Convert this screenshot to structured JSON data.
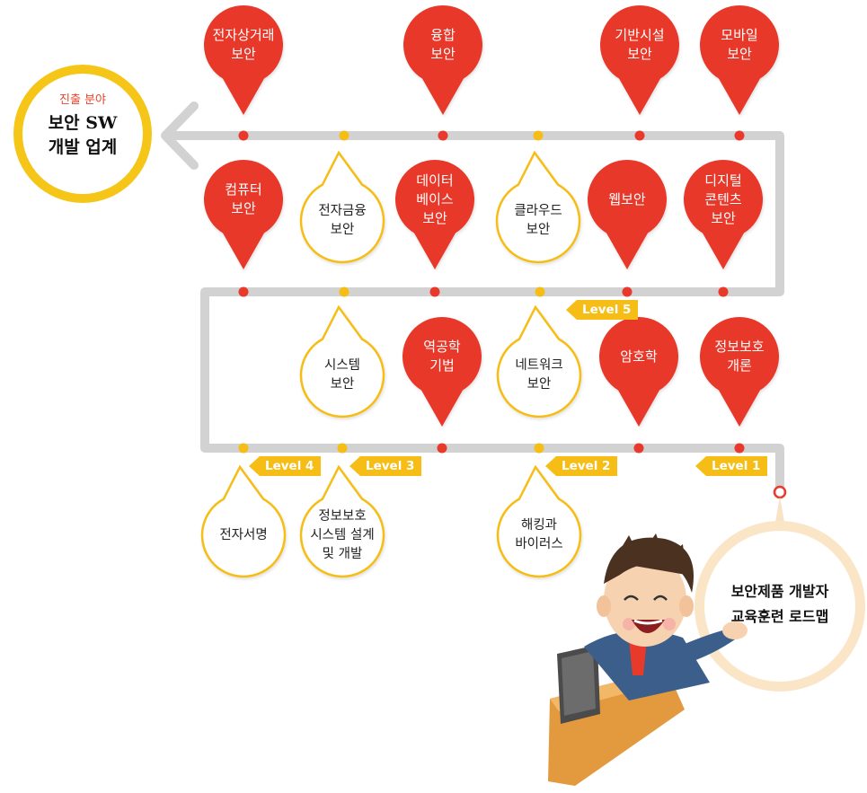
{
  "destination": {
    "caption": "진출 분야",
    "title": "보안 SW\n개발 업계"
  },
  "roadmap_title": "보안제품 개발자\n교육훈련 로드맵",
  "levels": [
    "Level 1",
    "Level 2",
    "Level 3",
    "Level 4",
    "Level 5"
  ],
  "colors": {
    "red": "#e8392a",
    "yellow": "#f5bd16",
    "track": "#d2d2d2",
    "orange_text": "#e8452b"
  },
  "row1_top": [
    "전자상거래\n보안",
    "융합\n보안",
    "기반시설\n보안",
    "모바일\n보안"
  ],
  "row1_bottom": [
    "컴퓨터\n보안",
    "전자금융\n보안",
    "데이터\n베이스\n보안",
    "클라우드\n보안",
    "웹보안",
    "디지털\n콘텐츠\n보안"
  ],
  "row2": [
    "시스템\n보안",
    "역공학\n기법",
    "네트워크\n보안",
    "암호학",
    "정보보호\n개론"
  ],
  "row3": [
    "전자서명",
    "정보보호\n시스템 설계\n및 개발",
    "해킹과\n바이러스"
  ]
}
